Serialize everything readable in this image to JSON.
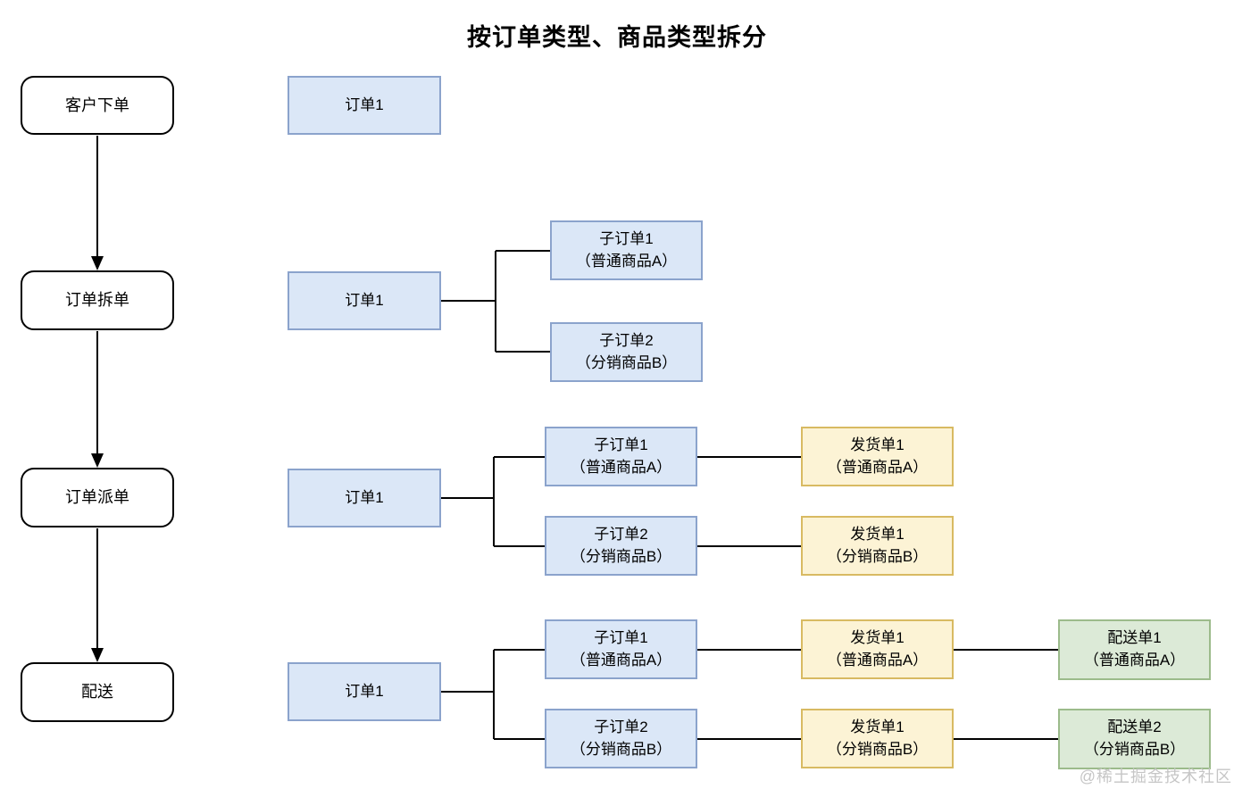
{
  "title": "按订单类型、商品类型拆分",
  "watermark": "@稀土掘金技术社区",
  "colors": {
    "blue_fill": "#dbe7f7",
    "blue_border": "#8ba3cc",
    "yellow_fill": "#fcf3d5",
    "yellow_border": "#d8ba62",
    "green_fill": "#dcead7",
    "green_border": "#9cbb8b",
    "line": "#000000"
  },
  "rows": [
    {
      "stage": "客户下单",
      "order": "订单1"
    },
    {
      "stage": "订单拆单",
      "order": "订单1",
      "children": [
        {
          "line1": "子订单1",
          "line2": "（普通商品A）"
        },
        {
          "line1": "子订单2",
          "line2": "（分销商品B）"
        }
      ]
    },
    {
      "stage": "订单派单",
      "order": "订单1",
      "children": [
        {
          "line1": "子订单1",
          "line2": "（普通商品A）"
        },
        {
          "line1": "子订单2",
          "line2": "（分销商品B）"
        }
      ],
      "shipments": [
        {
          "line1": "发货单1",
          "line2": "（普通商品A）"
        },
        {
          "line1": "发货单1",
          "line2": "（分销商品B）"
        }
      ]
    },
    {
      "stage": "配送",
      "order": "订单1",
      "children": [
        {
          "line1": "子订单1",
          "line2": "（普通商品A）"
        },
        {
          "line1": "子订单2",
          "line2": "（分销商品B）"
        }
      ],
      "shipments": [
        {
          "line1": "发货单1",
          "line2": "（普通商品A）"
        },
        {
          "line1": "发货单1",
          "line2": "（分销商品B）"
        }
      ],
      "deliveries": [
        {
          "line1": "配送单1",
          "line2": "（普通商品A）"
        },
        {
          "line1": "配送单2",
          "line2": "（分销商品B）"
        }
      ]
    }
  ]
}
